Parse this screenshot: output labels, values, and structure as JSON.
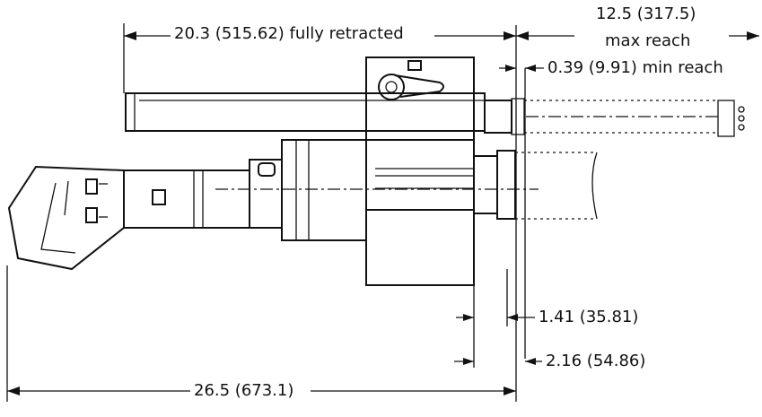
{
  "dimensions": {
    "overall_retracted": "20.3 (515.62) fully retracted",
    "max_reach_value": "12.5 (317.5)",
    "max_reach_label": "max reach",
    "min_reach": "0.39 (9.91) min reach",
    "offset_a": "1.41 (35.81)",
    "offset_b": "2.16 (54.86)",
    "overall_length": "26.5 (673.1)"
  }
}
